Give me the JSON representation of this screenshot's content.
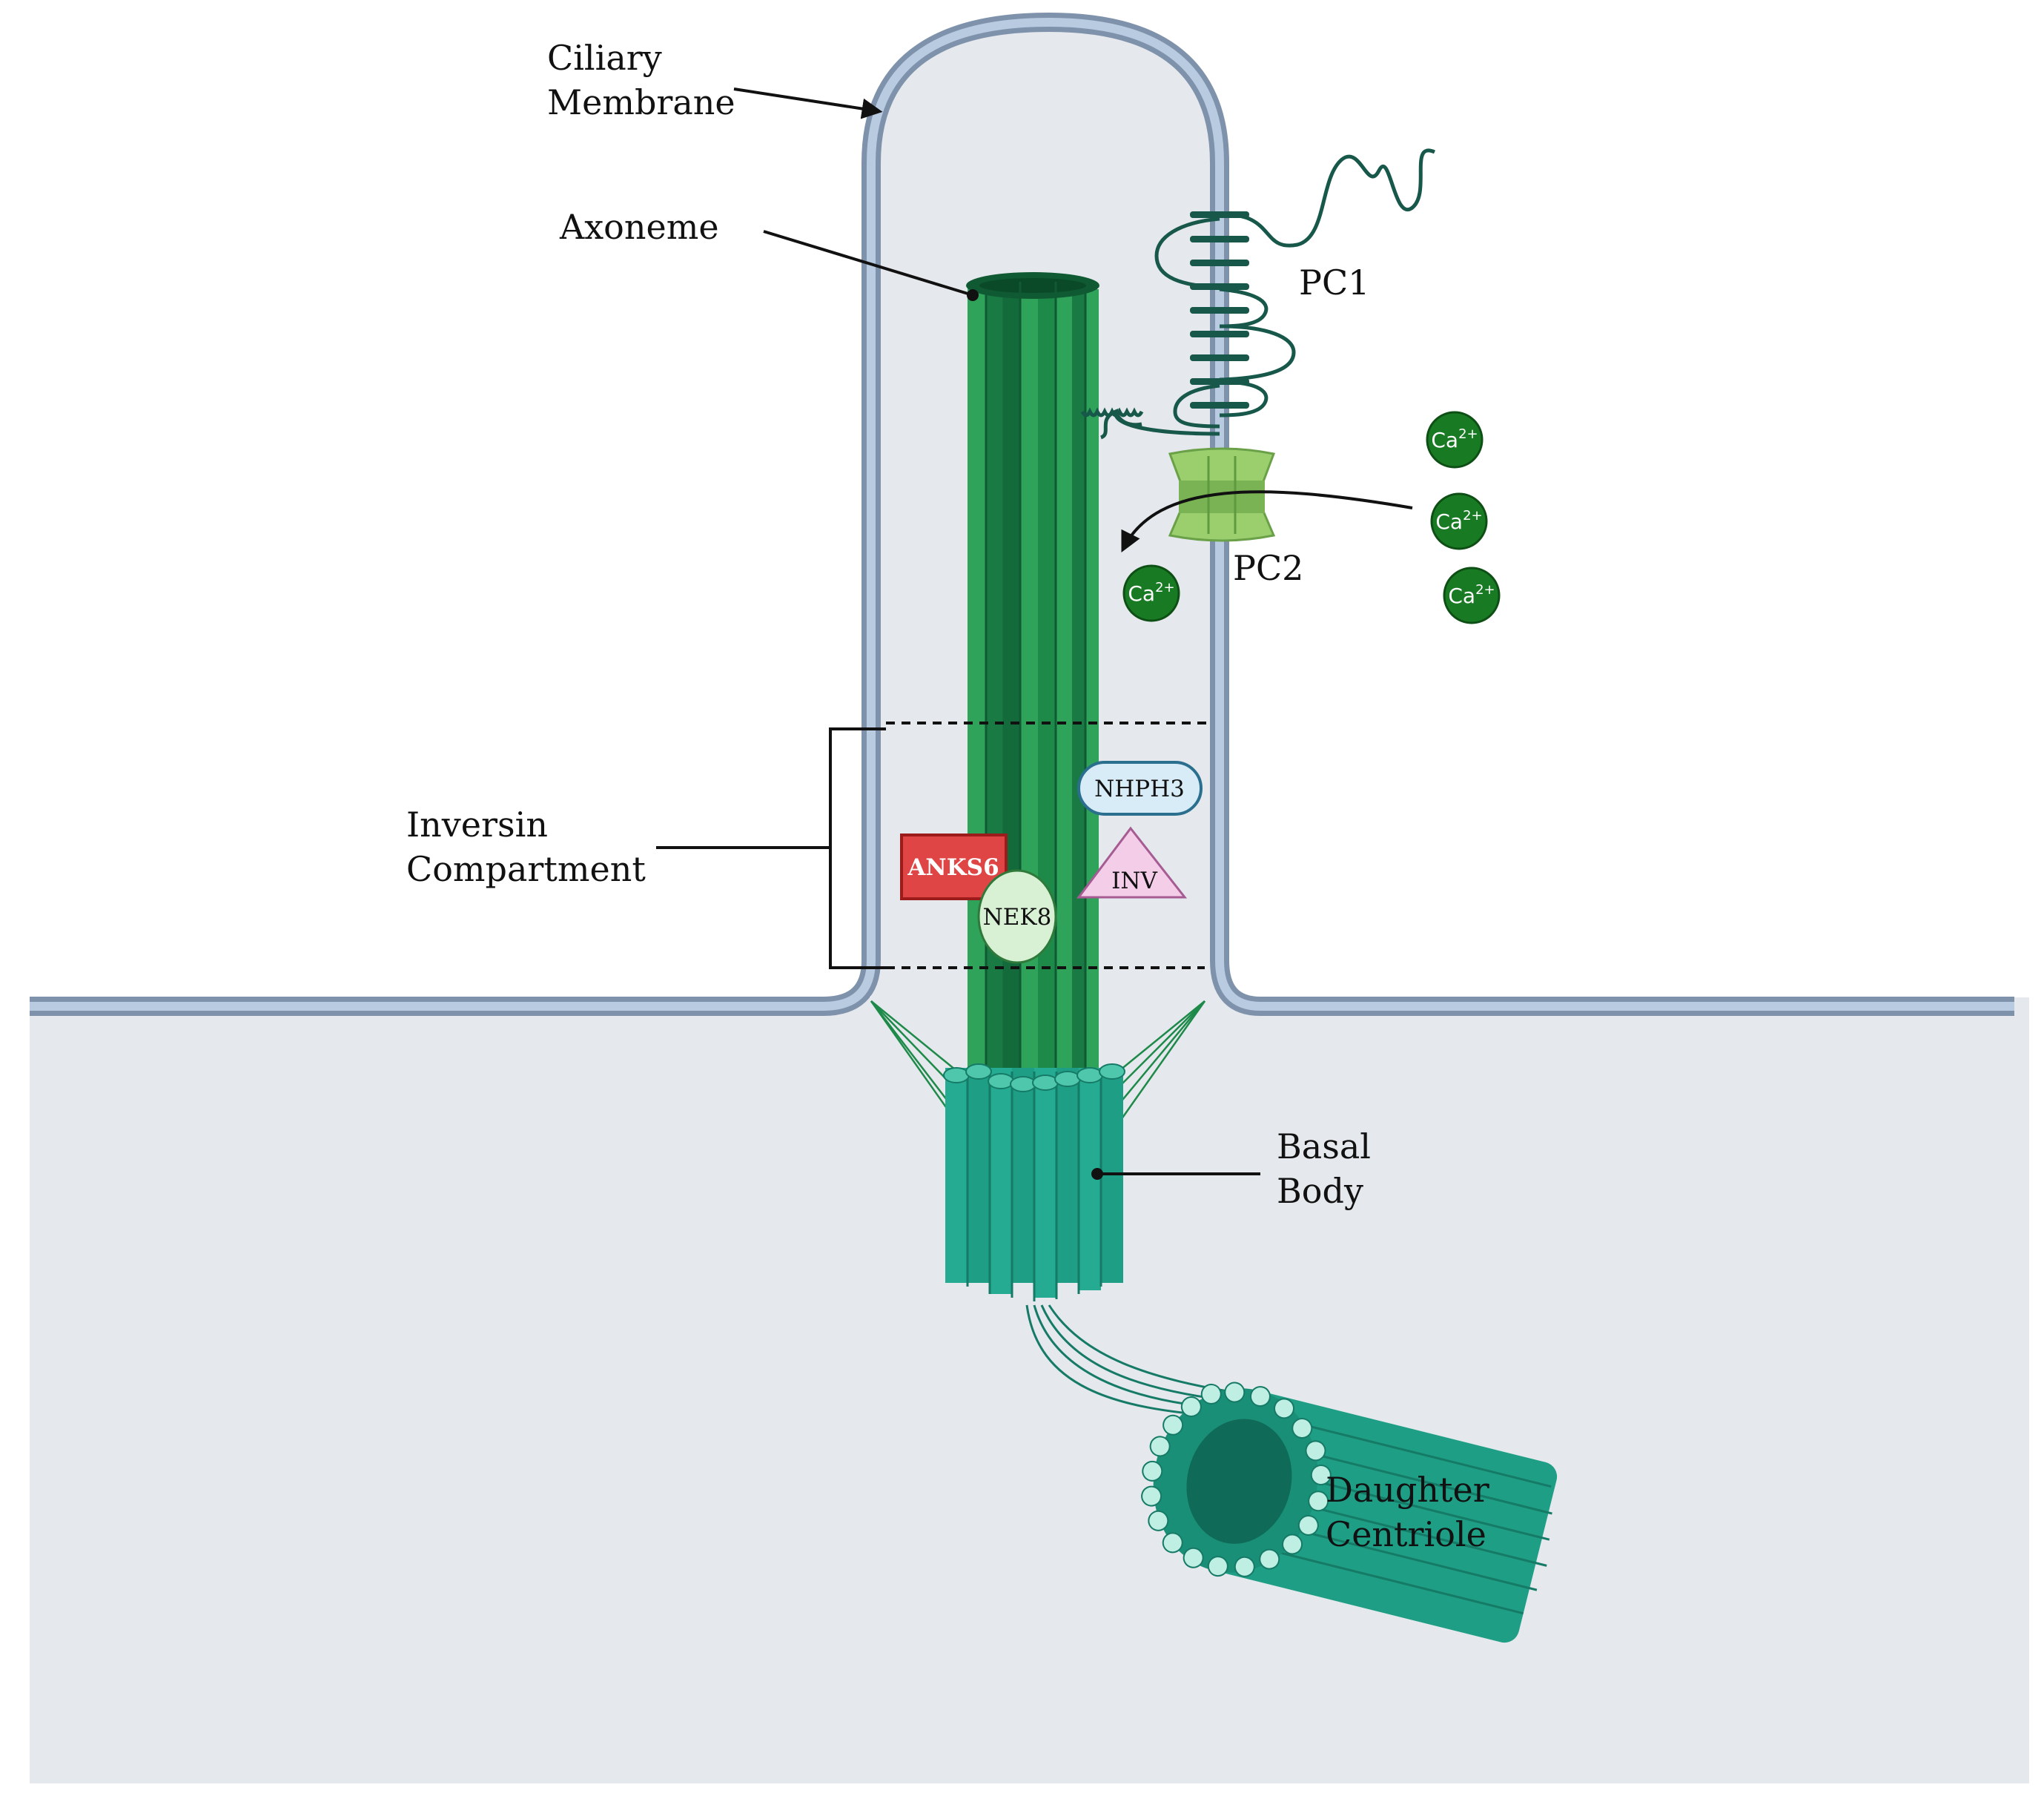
{
  "colors": {
    "cell": "#e5e8ec",
    "membrane_outer": "#7f92ab",
    "membrane_inner": "#b9cbe0",
    "axoneme_dark": "#136b3b",
    "axoneme_mid": "#1e8a4a",
    "axoneme_light": "#2fa35a",
    "basal_body": "#1f9e86",
    "basal_body_dark": "#157a66",
    "pc1": "#17584a",
    "pc2": "#8cc464",
    "calcium": "#197a24",
    "anks6": "#e04545",
    "nek8": "#d8f0d3",
    "nhph3": "#d7ecf6",
    "inv": "#f4cde9"
  },
  "labels": {
    "ciliary_membrane": [
      "Ciliary",
      "Membrane"
    ],
    "axoneme": "Axoneme",
    "pc1": "PC1",
    "pc2": "PC2",
    "inversin_compartment": [
      "Inversin",
      "Compartment"
    ],
    "basal_body": [
      "Basal",
      "Body"
    ],
    "daughter_centriole": [
      "Daughter",
      "Centriole"
    ]
  },
  "proteins": {
    "anks6": "ANKS6",
    "nek8": "NEK8",
    "nhph3": "NHPH3",
    "inv": "INV"
  },
  "ions": {
    "symbol": "Ca",
    "charge": "2+"
  }
}
